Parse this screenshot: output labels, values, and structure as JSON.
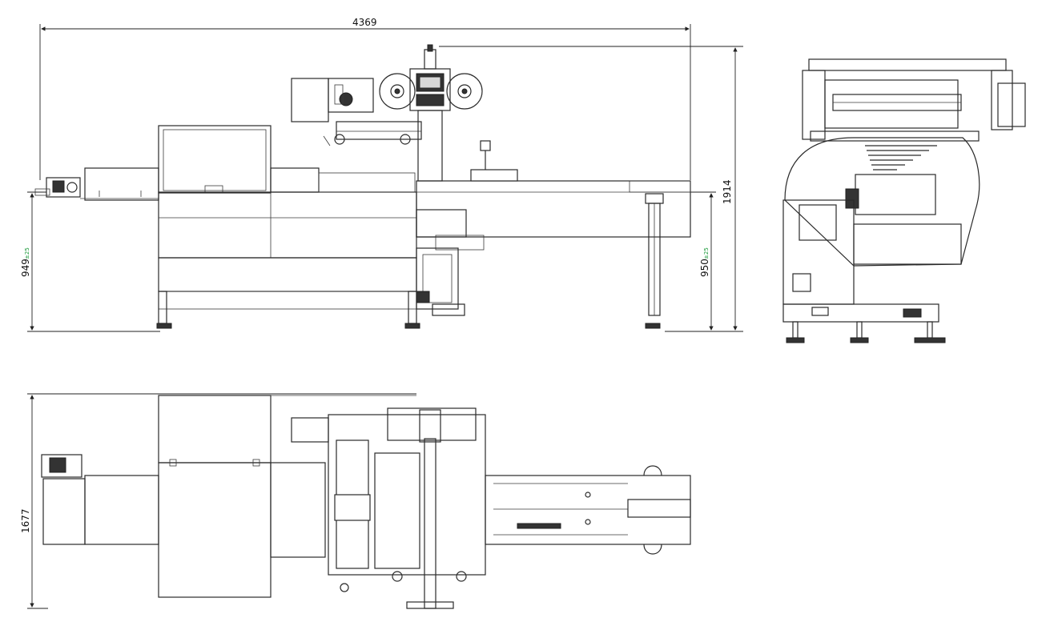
{
  "dimensions": {
    "overall_length": "4369",
    "overall_height": "1914",
    "infeed_height_value": "949",
    "outfeed_height_value": "950",
    "height_tolerance": "±25",
    "overall_width": "1677"
  },
  "colors": {
    "line": "#2a2a2a",
    "tolerance": "#1a9a3a"
  }
}
